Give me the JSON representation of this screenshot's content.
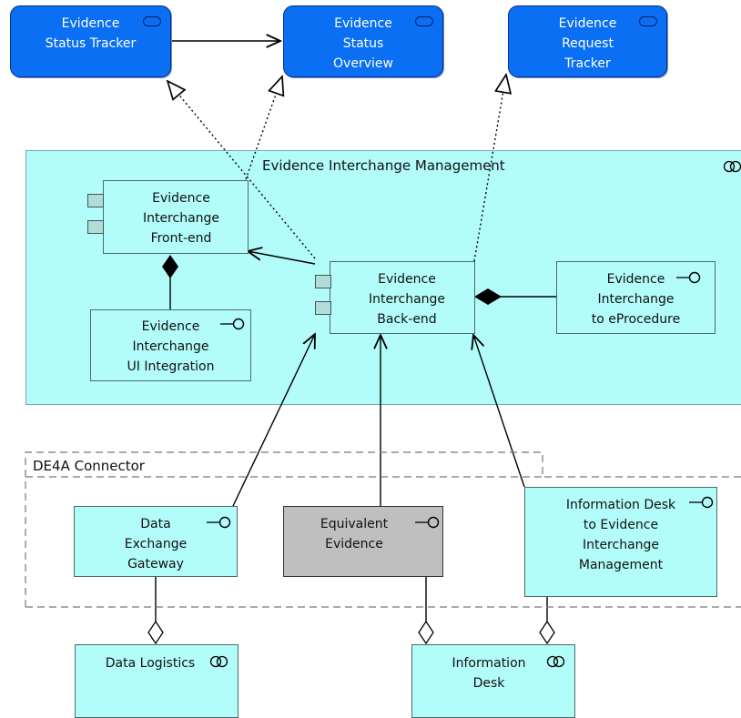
{
  "diagram": {
    "services": [
      {
        "id": "svc-status-tracker",
        "lines": [
          "Evidence",
          "Status Tracker"
        ]
      },
      {
        "id": "svc-status-overview",
        "lines": [
          "Evidence",
          "Status",
          "Overview"
        ]
      },
      {
        "id": "svc-request-tracker",
        "lines": [
          "Evidence",
          "Request",
          "Tracker"
        ]
      }
    ],
    "groups": {
      "eim": {
        "label": "Evidence Interchange Management"
      },
      "connector": {
        "label": "DE4A Connector"
      }
    },
    "components": {
      "frontend": [
        "Evidence",
        "Interchange",
        "Front-end"
      ],
      "backend": [
        "Evidence",
        "Interchange",
        "Back-end"
      ]
    },
    "interfaces": {
      "ui_integration": [
        "Evidence",
        "Interchange",
        "UI Integration"
      ],
      "to_eprocedure": [
        "Evidence",
        "Interchange",
        "to eProcedure"
      ],
      "data_exchange_gateway": [
        "Data",
        "Exchange",
        "Gateway"
      ],
      "equivalent_evidence": [
        "Equivalent",
        "Evidence"
      ],
      "info_desk_to_eim": [
        "Information Desk",
        "to Evidence",
        "Interchange",
        "Management"
      ]
    },
    "collaborations": {
      "data_logistics": [
        "Data Logistics"
      ],
      "information_desk": [
        "Information",
        "Desk"
      ]
    },
    "colors": {
      "service_fill": "#0a6ff2",
      "application_fill": "#b2fcfa",
      "selected_fill": "#bfbfbf",
      "edge": "#000000"
    }
  }
}
